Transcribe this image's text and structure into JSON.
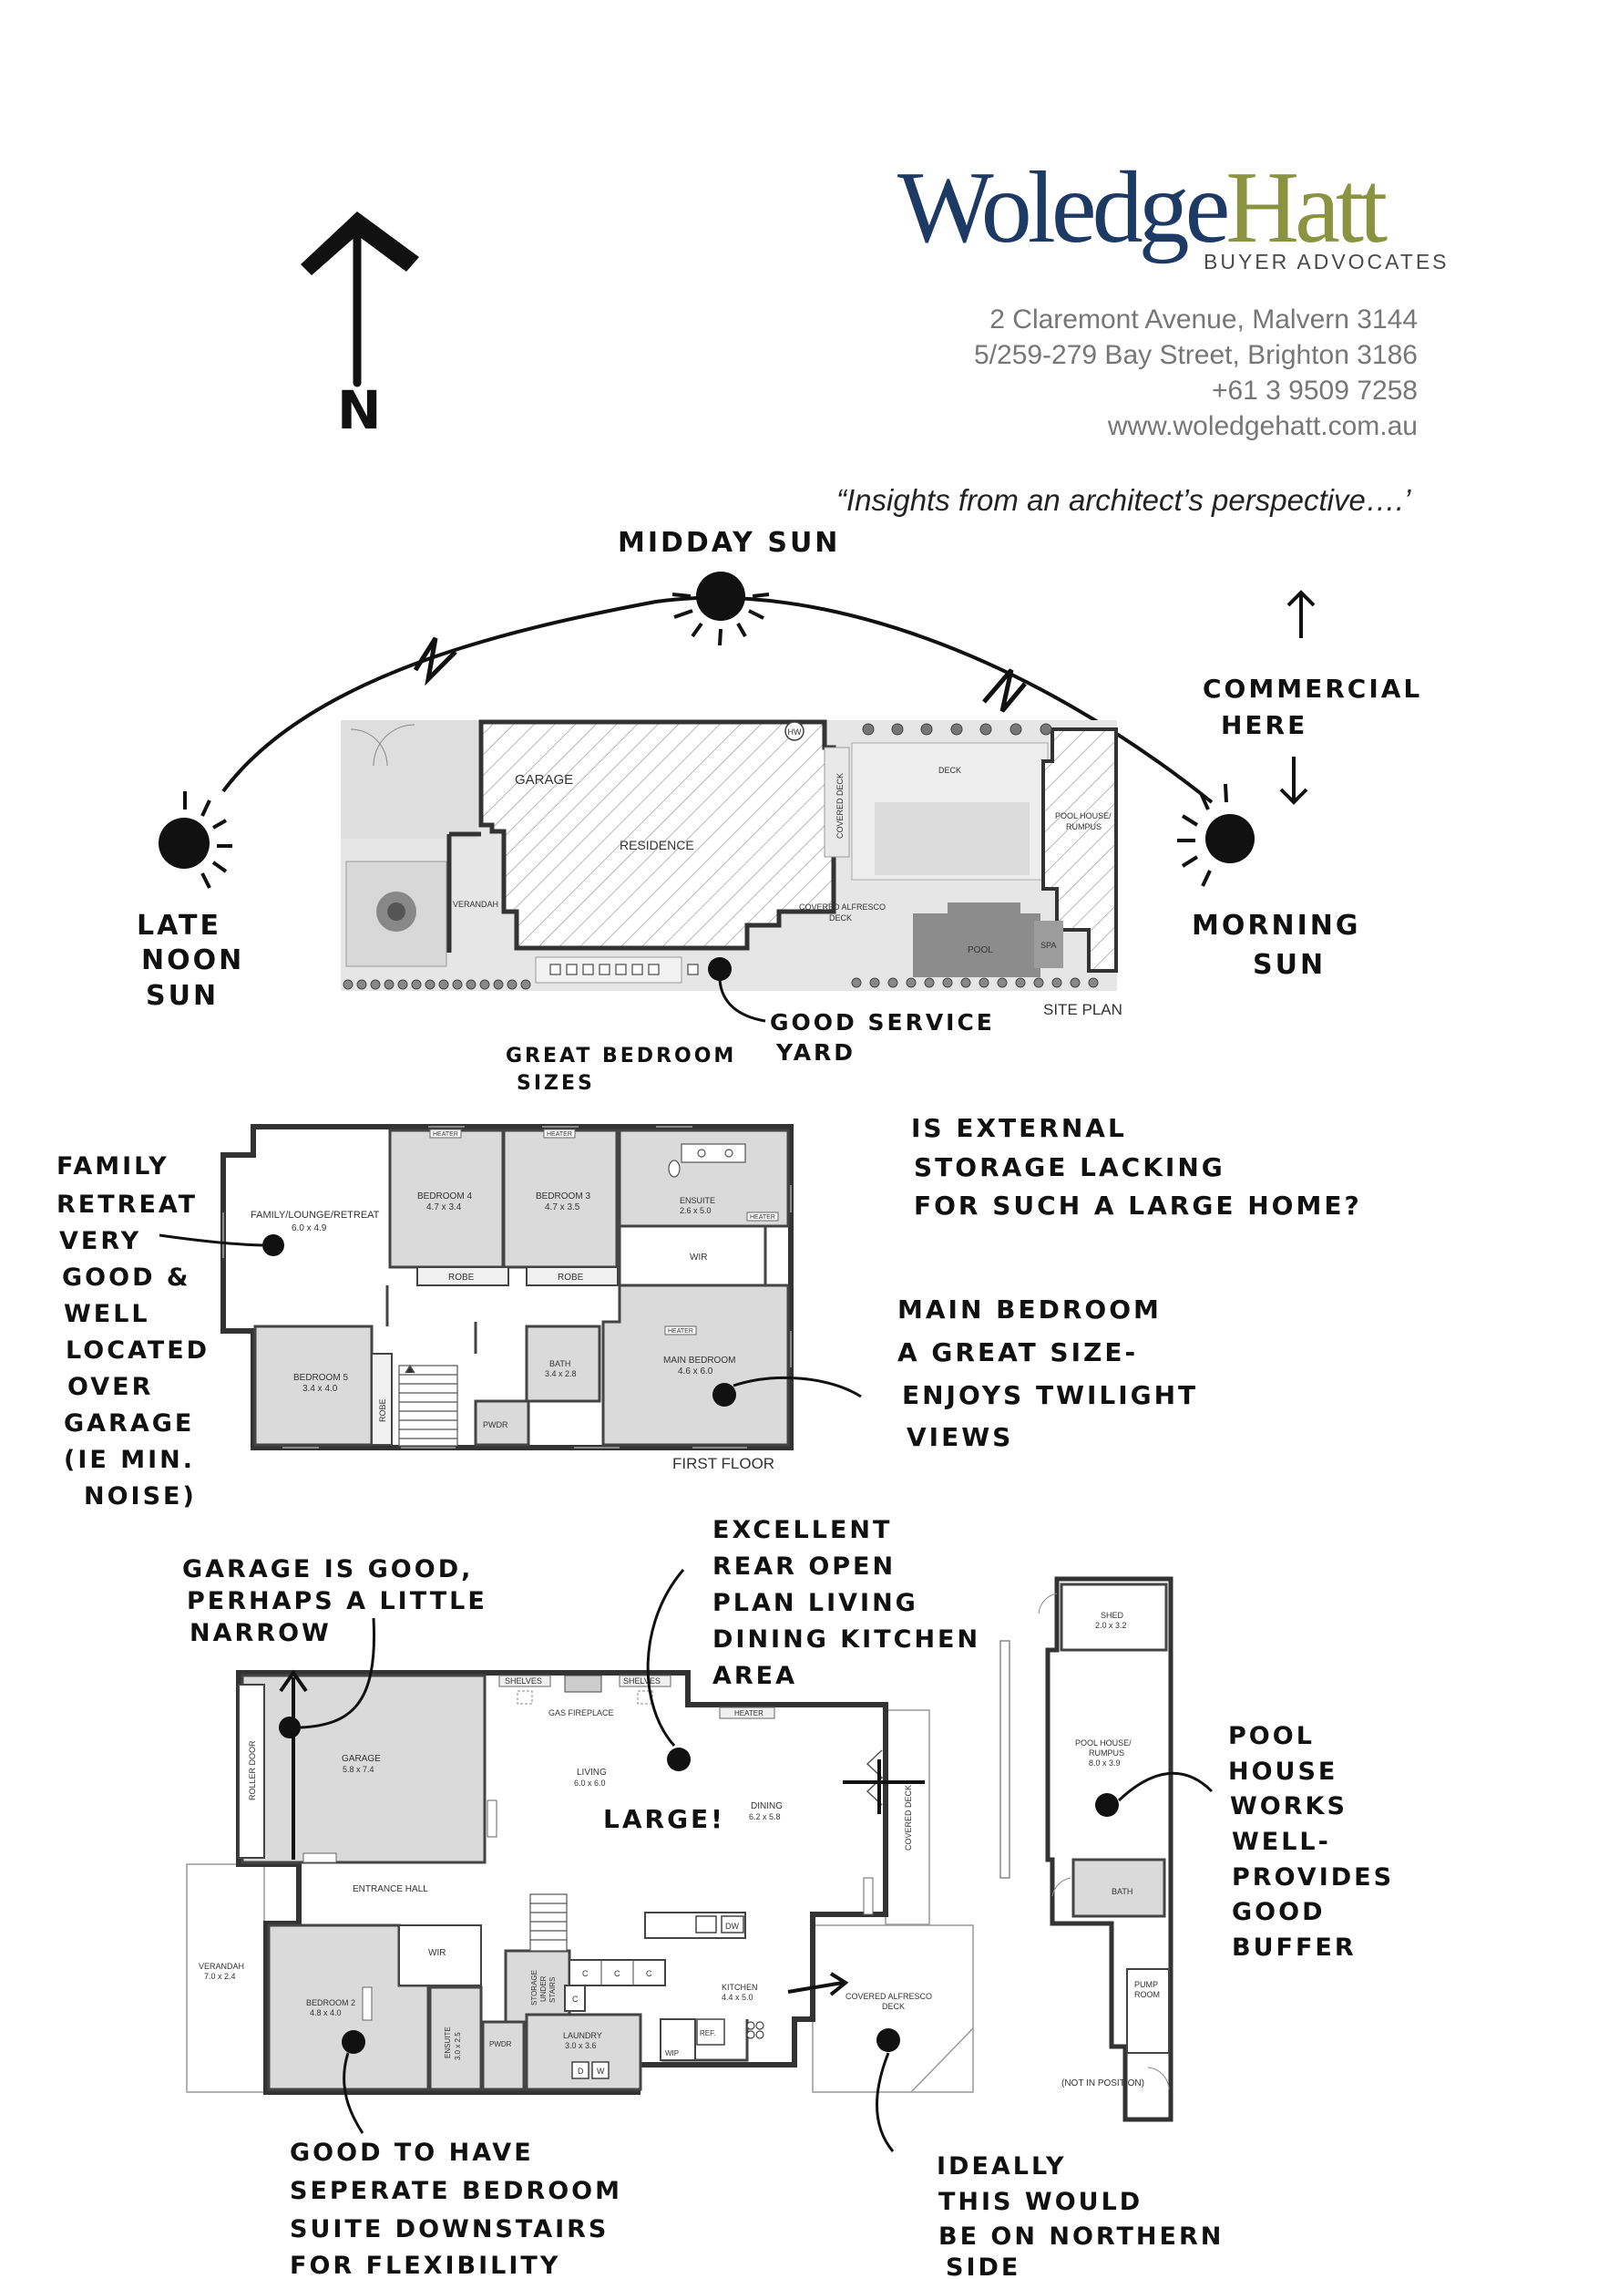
{
  "brand": {
    "logo_part1": "Woledge",
    "logo_part2": "Hatt",
    "logo_sub": "BUYER ADVOCATES",
    "colors": {
      "navy": "#1c3a63",
      "olive": "#8a9440"
    }
  },
  "contact": {
    "address1": "2 Claremont Avenue, Malvern 3144",
    "address2": "5/259-279 Bay Street, Brighton 3186",
    "phone": "+61 3 9509 7258",
    "website": "www.woledgehatt.com.au"
  },
  "tagline": {
    "open_quote": "“",
    "text": "Insights from an architect’s perspective….’"
  },
  "north": {
    "label": "N"
  },
  "site_plan": {
    "title": "SITE PLAN",
    "labels": {
      "garage": "GARAGE",
      "residence": "RESIDENCE",
      "verandah": "VERANDAH",
      "hw": "HW",
      "covered_deck": "COVERED DECK",
      "deck": "DECK",
      "pool_house_l1": "POOL HOUSE/",
      "pool_house_l2": "RUMPUS",
      "alfresco_l1": "COVERED ALFRESCO",
      "alfresco_l2": "DECK",
      "pool": "POOL",
      "spa": "SPA"
    }
  },
  "first_floor": {
    "title": "FIRST FLOOR",
    "rooms": {
      "family_name": "FAMILY/LOUNGE/RETREAT",
      "family_dim": "6.0 x 4.9",
      "bed4_name": "BEDROOM 4",
      "bed4_dim": "4.7 x 3.4",
      "bed3_name": "BEDROOM 3",
      "bed3_dim": "4.7 x 3.5",
      "ensuite_name": "ENSUITE",
      "ensuite_dim": "2.6 x 5.0",
      "wir": "WIR",
      "robe": "ROBE",
      "main_name": "MAIN BEDROOM",
      "main_dim": "4.6 x 6.0",
      "bath_name": "BATH",
      "bath_dim": "3.4 x 2.8",
      "bed5_name": "BEDROOM 5",
      "bed5_dim": "3.4 x 4.0",
      "pwdr": "PWDR",
      "heater": "HEATER"
    }
  },
  "ground_floor": {
    "rooms": {
      "shelves": "SHELVES",
      "gas_fireplace": "GAS FIREPLACE",
      "heater": "HEATER",
      "roller_door": "ROLLER DOOR",
      "garage_name": "GARAGE",
      "garage_dim": "5.8 x 7.4",
      "living_name": "LIVING",
      "living_dim": "6.0 x 6.0",
      "dining_name": "DINING",
      "dining_dim": "6.2 x 5.8",
      "covered_deck": "COVERED DECK",
      "entrance_hall": "ENTRANCE HALL",
      "verandah_name": "VERANDAH",
      "verandah_dim": "7.0 x 2.4",
      "wir": "WIR",
      "bed2_name": "BEDROOM 2",
      "bed2_dim": "4.8 x 4.0",
      "ensuite_name": "ENSUITE",
      "ensuite_dim": "3.0 x 2.5",
      "pwdr": "PWDR",
      "storage_l1": "STORAGE",
      "storage_l2": "UNDER",
      "storage_l3": "STAIRS",
      "c": "C",
      "laundry_name": "LAUNDRY",
      "laundry_dim": "3.0 x 3.6",
      "d": "D",
      "w": "W",
      "kitchen_name": "KITCHEN",
      "kitchen_dim": "4.4 x 5.0",
      "dw": "DW",
      "ref": "REF.",
      "wip": "WIP",
      "alfresco_l1": "COVERED ALFRESCO",
      "alfresco_l2": "DECK"
    }
  },
  "pool_house_plan": {
    "shed_name": "SHED",
    "shed_dim": "2.0 x 3.2",
    "ph_l1": "POOL HOUSE/",
    "ph_l2": "RUMPUS",
    "ph_dim": "8.0 x 3.9",
    "bath": "BATH",
    "pump_l1": "PUMP",
    "pump_l2": "ROOM",
    "not_in_position": "(NOT IN POSITION)"
  },
  "annotations": {
    "midday_sun": "MIDDAY SUN",
    "late_noon": [
      "LATE",
      "NOON",
      "SUN"
    ],
    "morning_sun": [
      "MORNING",
      "SUN"
    ],
    "commercial": [
      "COMMERCIAL",
      "HERE"
    ],
    "service_yard": [
      "GOOD SERVICE",
      "YARD"
    ],
    "bedroom_sizes": [
      "GREAT BEDROOM",
      "SIZES"
    ],
    "storage_q": [
      "IS EXTERNAL",
      "STORAGE LACKING",
      "FOR SUCH A LARGE HOME?"
    ],
    "family_retreat": [
      "FAMILY",
      "RETREAT",
      "VERY",
      "GOOD &",
      "WELL",
      "LOCATED",
      "OVER",
      "GARAGE",
      "(IE MIN.",
      "NOISE)"
    ],
    "main_bedroom": [
      "MAIN BEDROOM",
      "A GREAT SIZE-",
      "ENJOYS TWILIGHT",
      "VIEWS"
    ],
    "garage_note": [
      "GARAGE IS GOOD,",
      "PERHAPS A LITTLE",
      "NARROW"
    ],
    "open_plan": [
      "EXCELLENT",
      "REAR OPEN",
      "PLAN LIVING",
      "DINING KITCHEN",
      "AREA"
    ],
    "large": "LARGE!",
    "pool_house_note": [
      "POOL",
      "HOUSE",
      "WORKS",
      "WELL-",
      "PROVIDES",
      "GOOD",
      "BUFFER"
    ],
    "bedroom_note": [
      "GOOD TO HAVE",
      "SEPERATE BEDROOM",
      "SUITE DOWNSTAIRS",
      "FOR FLEXIBILITY"
    ],
    "northern_note": [
      "IDEALLY",
      "THIS WOULD",
      "BE ON NORTHERN",
      "SIDE"
    ]
  }
}
